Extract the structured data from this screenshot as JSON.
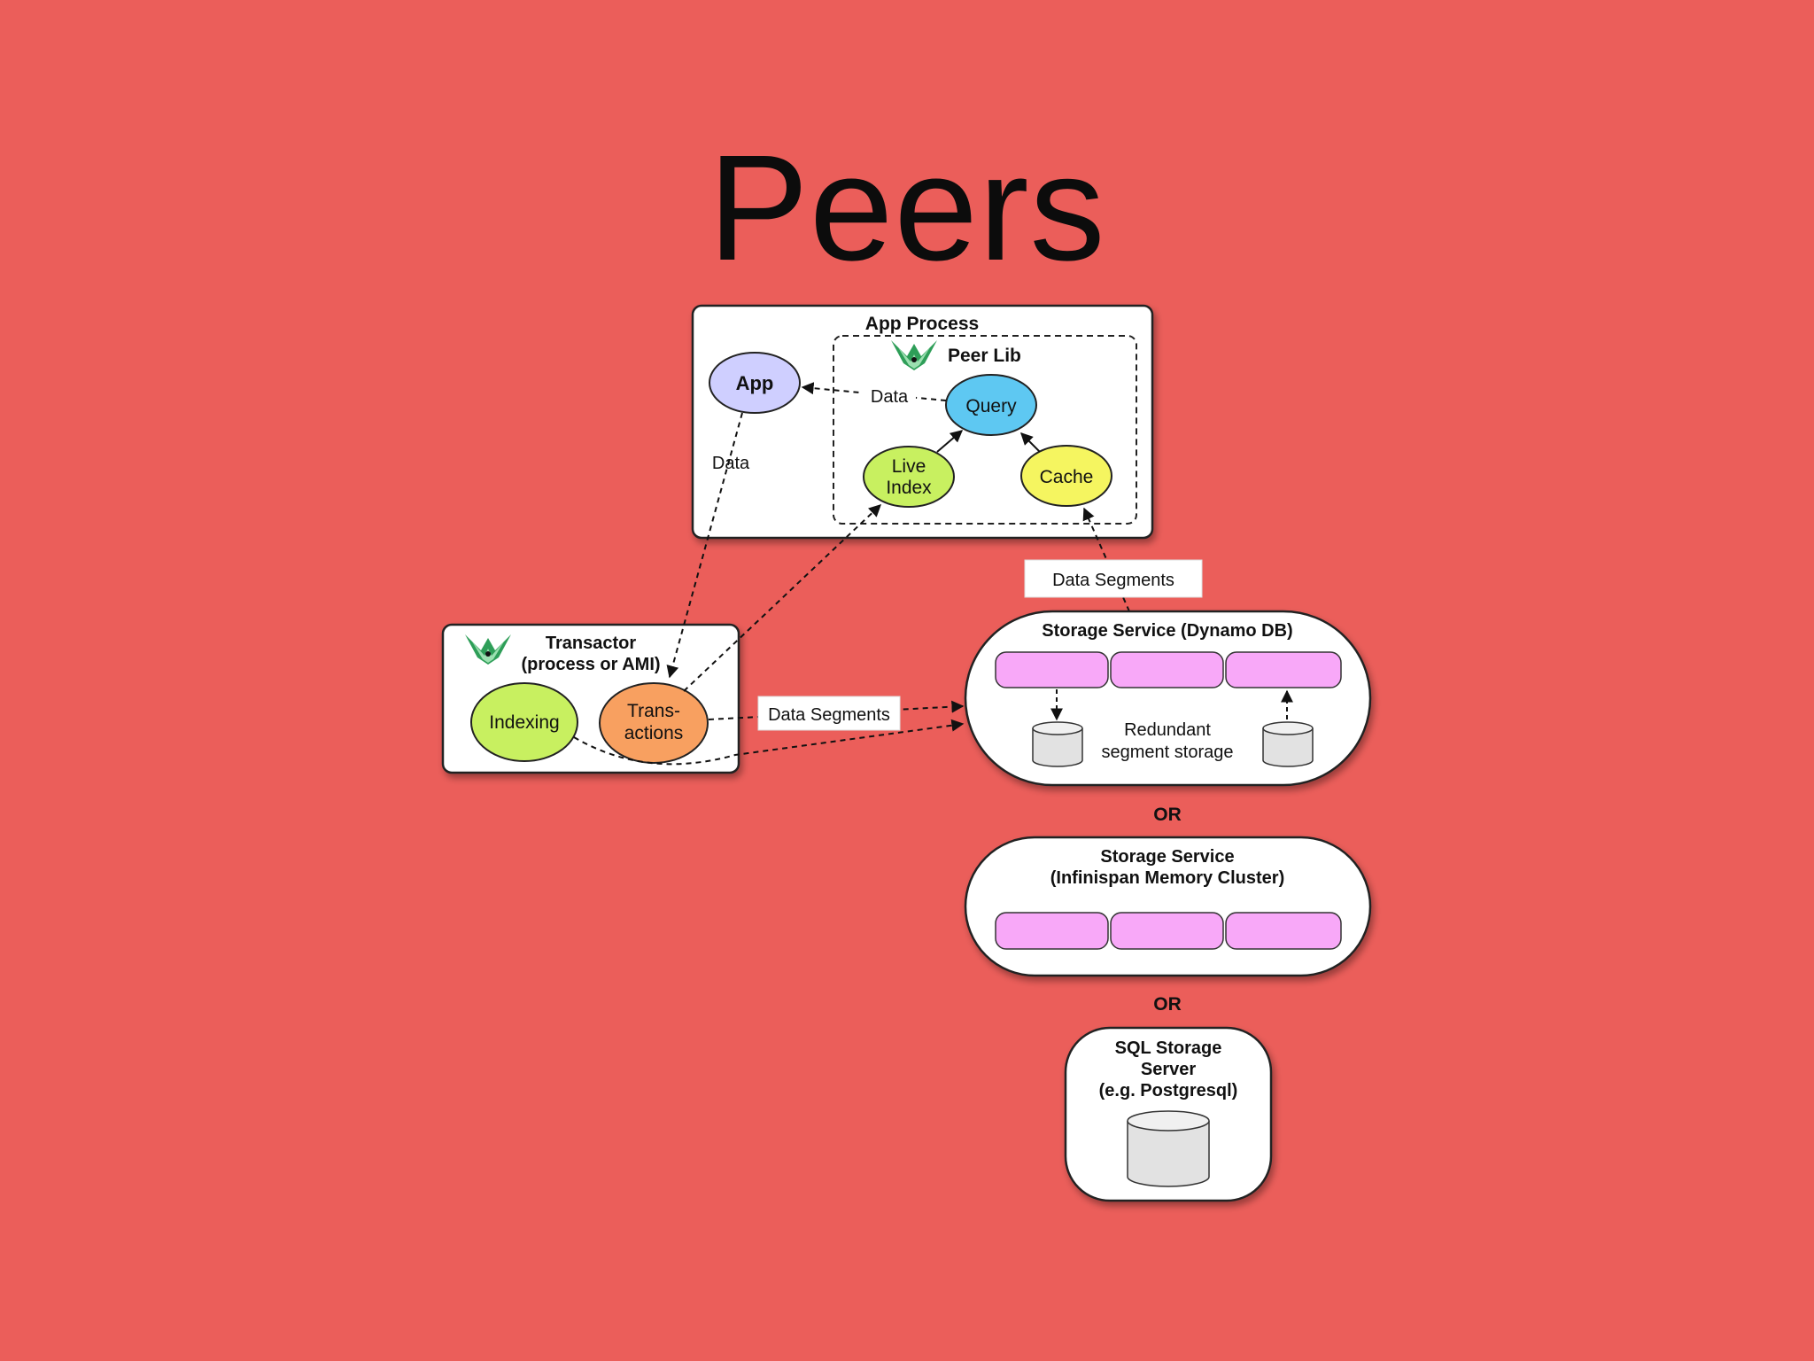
{
  "slide": {
    "title": "Peers"
  },
  "app_process": {
    "title": "App Process",
    "peer_lib": "Peer Lib",
    "app": "App",
    "query": "Query",
    "live_index": [
      "Live",
      "Index"
    ],
    "cache": "Cache",
    "data_label_horizontal": "Data",
    "data_label_vertical": "Data"
  },
  "transactor": {
    "title": [
      "Transactor",
      "(process or AMI)"
    ],
    "indexing": "Indexing",
    "transactions": [
      "Trans-",
      "actions"
    ]
  },
  "labels": {
    "data_segments_top": "Data Segments",
    "data_segments_mid": "Data Segments",
    "or_1": "OR",
    "or_2": "OR"
  },
  "dynamo": {
    "title": "Storage Service (Dynamo DB)",
    "redundant": [
      "Redundant",
      "segment storage"
    ]
  },
  "infinispan": {
    "title": [
      "Storage Service",
      "(Infinispan Memory Cluster)"
    ]
  },
  "sql": {
    "title": [
      "SQL Storage",
      "Server",
      "(e.g. Postgresql)"
    ]
  },
  "colors": {
    "background": "#EB5E5A",
    "app": "#CFCFFF",
    "query": "#5EC8F2",
    "live_index": "#C8F060",
    "cache": "#F5F560",
    "indexing": "#C8F060",
    "transactions": "#F8A060",
    "segment": "#F8A8F8",
    "logo": "#2E9E58"
  }
}
